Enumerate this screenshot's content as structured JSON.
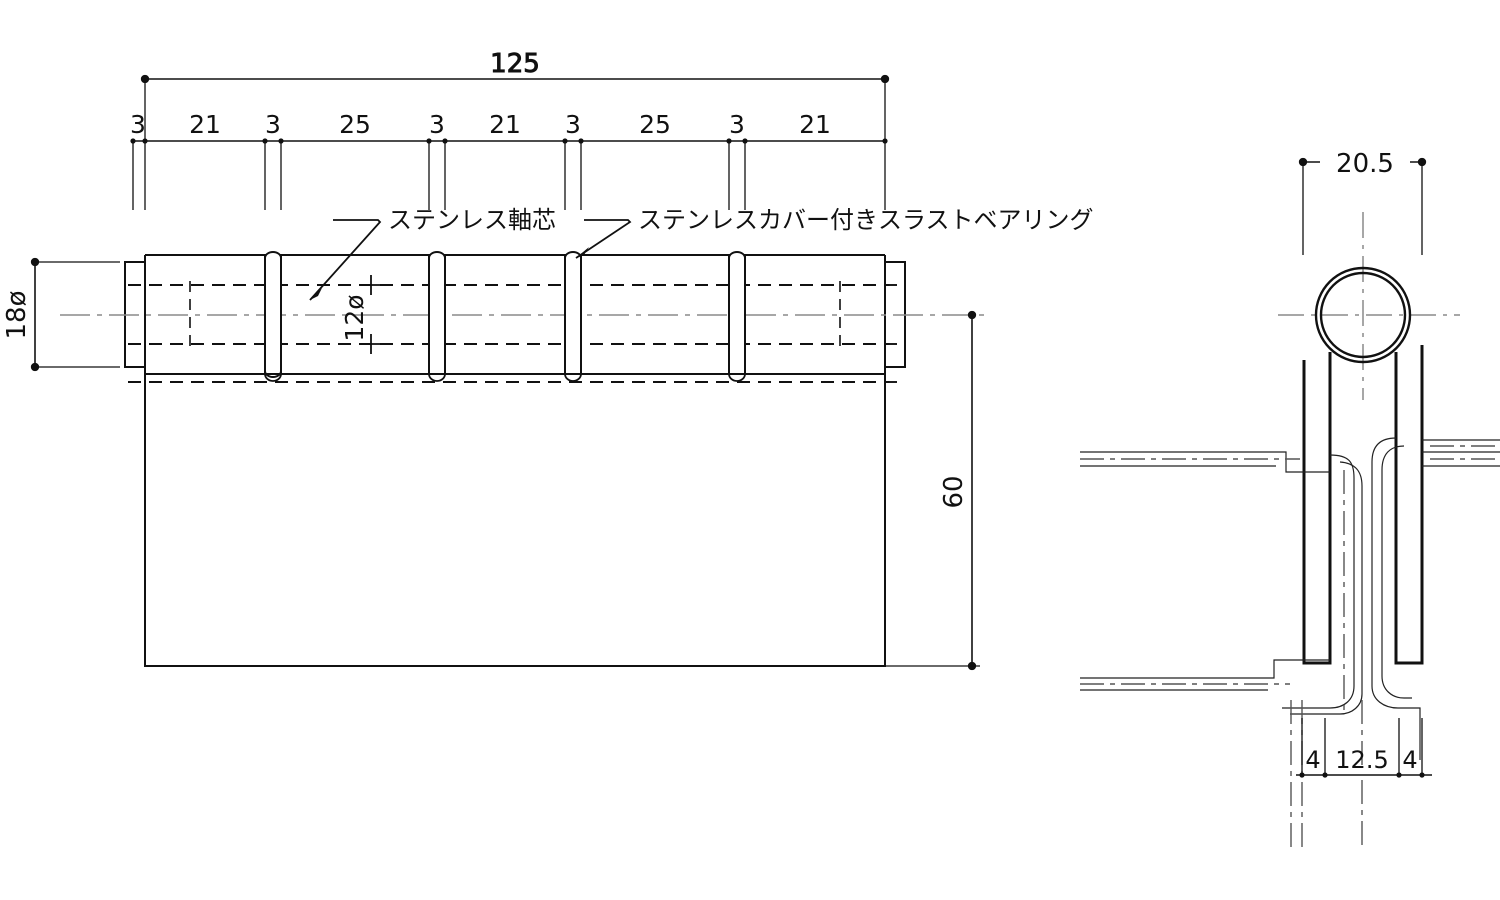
{
  "drawing": {
    "title": "Hinge assembly technical drawing",
    "views": {
      "front": {
        "name": "front-elevation"
      },
      "side": {
        "name": "side-section"
      }
    }
  },
  "annotations": [
    {
      "id": "shaft",
      "text": "ステンレス軸芯"
    },
    {
      "id": "bearing",
      "text": "ステンレスカバー付きスラストベアリング"
    }
  ],
  "dimensions": {
    "overall_length": "125",
    "chain": [
      "3",
      "21",
      "3",
      "25",
      "3",
      "21",
      "3",
      "25",
      "3",
      "21"
    ],
    "barrel_diameter": "18ø",
    "pin_diameter": "12ø",
    "leaf_height": "60",
    "side_width": "20.5",
    "side_chain": [
      "4",
      "12.5",
      "4"
    ]
  },
  "colors": {
    "line": "#111111",
    "center_line": "#8a8a8a",
    "thin_line": "#222222",
    "background": "#ffffff"
  }
}
